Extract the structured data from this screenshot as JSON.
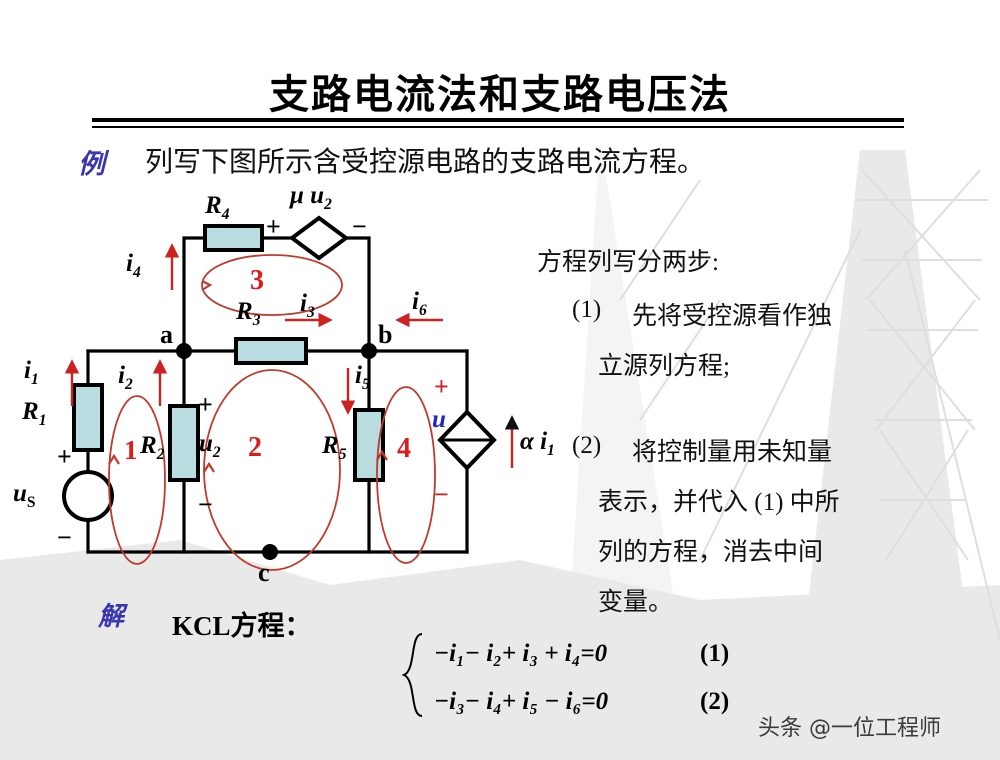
{
  "slide": {
    "title": "支路电流法和支路电压法",
    "example_mark": "例",
    "example_text": "列写下图所示含受控源电路的支路电流方程。",
    "solve_mark": "解",
    "kcl_label": "KCL方程：",
    "watermark": "头条 @一位工程师"
  },
  "steps": {
    "heading": "方程列写分两步:",
    "items": [
      {
        "num": "(1)",
        "line1": "先将受控源看作独",
        "line2": "立源列方程;",
        "line3": "",
        "line4": ""
      },
      {
        "num": "(2)",
        "line1": "将控制量用未知量",
        "line2": "表示，并代入 (1) 中所",
        "line3": "列的方程，消去中间",
        "line4": "变量。"
      }
    ]
  },
  "circuit": {
    "nodes": [
      {
        "name": "a",
        "label": "a"
      },
      {
        "name": "b",
        "label": "b"
      },
      {
        "name": "c",
        "label": "c"
      }
    ],
    "resistors": [
      {
        "name": "R1",
        "label": "R",
        "sub": "1"
      },
      {
        "name": "R2",
        "label": "R",
        "sub": "2"
      },
      {
        "name": "R3",
        "label": "R",
        "sub": "3"
      },
      {
        "name": "R4",
        "label": "R",
        "sub": "4"
      },
      {
        "name": "R5",
        "label": "R",
        "sub": "5"
      }
    ],
    "sources": [
      {
        "name": "uS",
        "label": "u",
        "sub": "S",
        "type": "independent-voltage-source"
      },
      {
        "name": "mu-u2",
        "label": "μ u",
        "sub": "2",
        "type": "vcvs-diamond",
        "plus": "+",
        "minus": "−"
      },
      {
        "name": "alpha-i1",
        "label": "α i",
        "sub": "1",
        "type": "cccs-diamond"
      }
    ],
    "currents": [
      {
        "name": "i1",
        "label": "i",
        "sub": "1"
      },
      {
        "name": "i2",
        "label": "i",
        "sub": "2"
      },
      {
        "name": "i3",
        "label": "i",
        "sub": "3"
      },
      {
        "name": "i4",
        "label": "i",
        "sub": "4"
      },
      {
        "name": "i5",
        "label": "i",
        "sub": "5"
      },
      {
        "name": "i6",
        "label": "i",
        "sub": "6"
      }
    ],
    "voltages": [
      {
        "name": "u2",
        "label": "u",
        "sub": "2",
        "plus": "+",
        "minus": "−"
      },
      {
        "name": "u",
        "label": "u",
        "sub": "",
        "plus": "+",
        "minus": "−"
      }
    ],
    "loops": [
      {
        "name": "loop-1",
        "label": "1"
      },
      {
        "name": "loop-2",
        "label": "2"
      },
      {
        "name": "loop-3",
        "label": "3"
      },
      {
        "name": "loop-4",
        "label": "4"
      }
    ],
    "colors": {
      "resistor_fill": "#b9dce1",
      "loop_red": "#c0392b",
      "label_red": "#e01b1b",
      "label_blue": "#2222cc",
      "wire": "#000000"
    }
  },
  "equations": [
    {
      "name": "eq-1",
      "text": "−i₁− i₂+ i₃ + i₄=0",
      "number": "(1)"
    },
    {
      "name": "eq-2",
      "text": "−i₃− i₄+ i₅ − i₆=0",
      "number": "(2)"
    }
  ]
}
